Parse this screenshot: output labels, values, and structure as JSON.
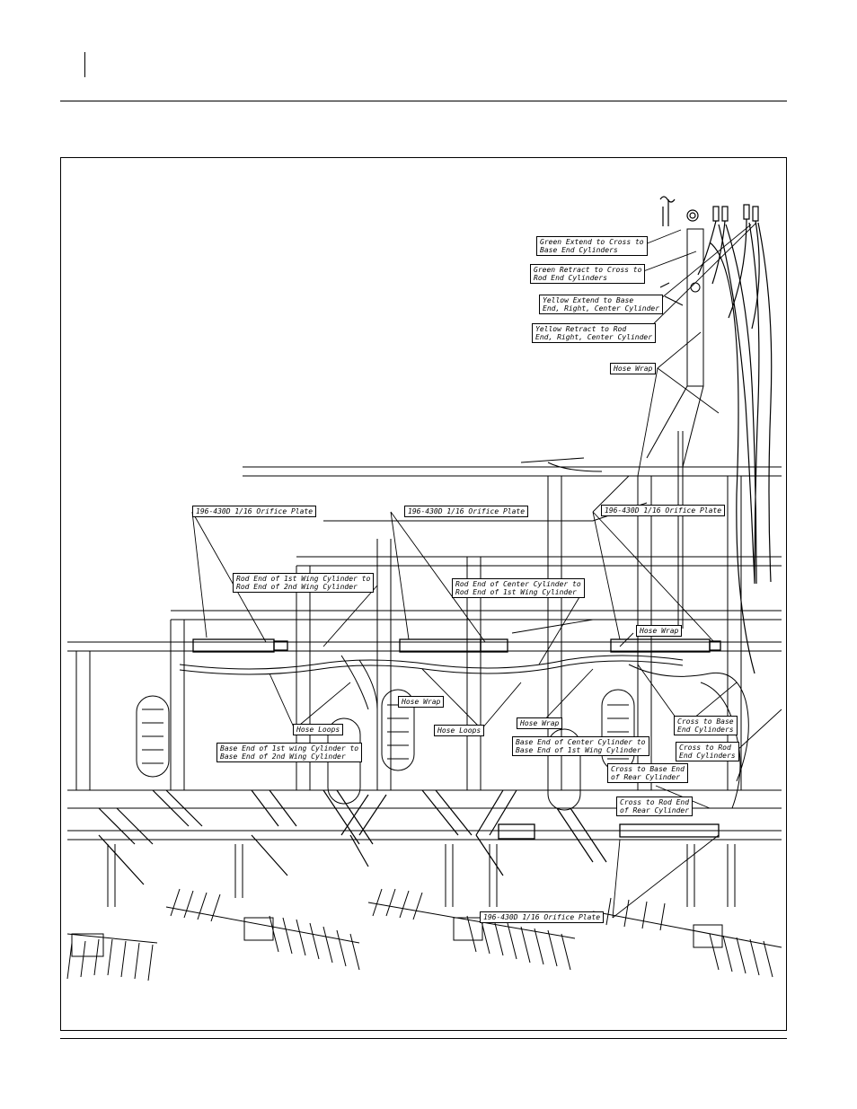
{
  "callouts": {
    "green_extend": {
      "line1": "Green Extend to Cross to",
      "line2": "Base End Cylinders"
    },
    "green_retract": {
      "line1": "Green Retract to Cross to",
      "line2": "Rod End Cylinders"
    },
    "yellow_extend": {
      "line1": "Yellow Extend to Base",
      "line2": "End, Right, Center Cylinder"
    },
    "yellow_retract": {
      "line1": "Yellow Retract to Rod",
      "line2": "End, Right, Center Cylinder"
    },
    "hose_wrap_top": "Hose Wrap",
    "orifice_left": "196-430D 1/16 Orifice Plate",
    "orifice_mid": "196-430D 1/16 Orifice Plate",
    "orifice_right": "196-430D 1/16 Orifice Plate",
    "rod_wing": {
      "line1": "Rod End of 1st Wing Cylinder to",
      "line2": "Rod End of 2nd Wing Cylinder"
    },
    "rod_center": {
      "line1": "Rod End of Center Cylinder to",
      "line2": "Rod End of 1st Wing Cylinder"
    },
    "hose_wrap_right": "Hose Wrap",
    "hose_wrap_mid": "Hose Wrap",
    "hose_loops_left": "Hose Loops",
    "hose_loops_mid": "Hose Loops",
    "hose_wrap_low": "Hose Wrap",
    "base_wing": {
      "line1": "Base End of 1st wing Cylinder to",
      "line2": "Base End of 2nd Wing Cylinder"
    },
    "base_center": {
      "line1": "Base End of Center Cylinder to",
      "line2": "Base End of 1st Wing Cylinder"
    },
    "cross_base": {
      "line1": "Cross to Base",
      "line2": "End Cylinders"
    },
    "cross_rod": {
      "line1": "Cross to Rod",
      "line2": "End Cylinders"
    },
    "cross_base_rear": {
      "line1": "Cross to Base End",
      "line2": "of Rear Cylinder"
    },
    "cross_rod_rear": {
      "line1": "Cross to Rod End",
      "line2": "of Rear Cylinder"
    },
    "orifice_bottom": "196-430D 1/16 Orifice Plate"
  }
}
